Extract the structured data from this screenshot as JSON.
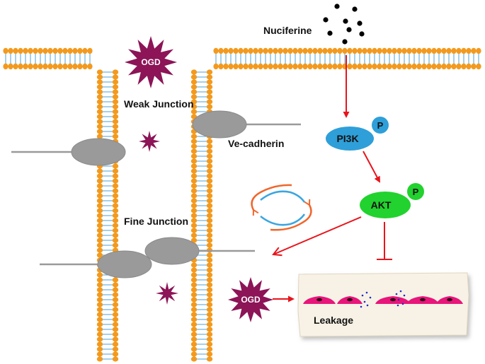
{
  "labels": {
    "drug": "Nuciferine",
    "ogd": "OGD",
    "weak_junction": "Weak Junction",
    "fine_junction": "Fine Junction",
    "ve_cadherin": "Ve-cadherin",
    "pi3k": "PI3K",
    "akt": "AKT",
    "phospho": "P",
    "leakage": "Leakage"
  },
  "colors": {
    "bead": "#F39A1E",
    "tail": "#4AA3D8",
    "cadherin": "#9A9A9A",
    "arrow": "#E8141B",
    "ogd_star": "#8C1457",
    "pi3k": "#2E9FD8",
    "akt": "#22D22E",
    "cell": "#E8157A",
    "leak_dot": "#1E2AC8",
    "paper": "#F8F2E6",
    "cycle_orange": "#F0662B",
    "cycle_blue": "#3AA6E0"
  }
}
